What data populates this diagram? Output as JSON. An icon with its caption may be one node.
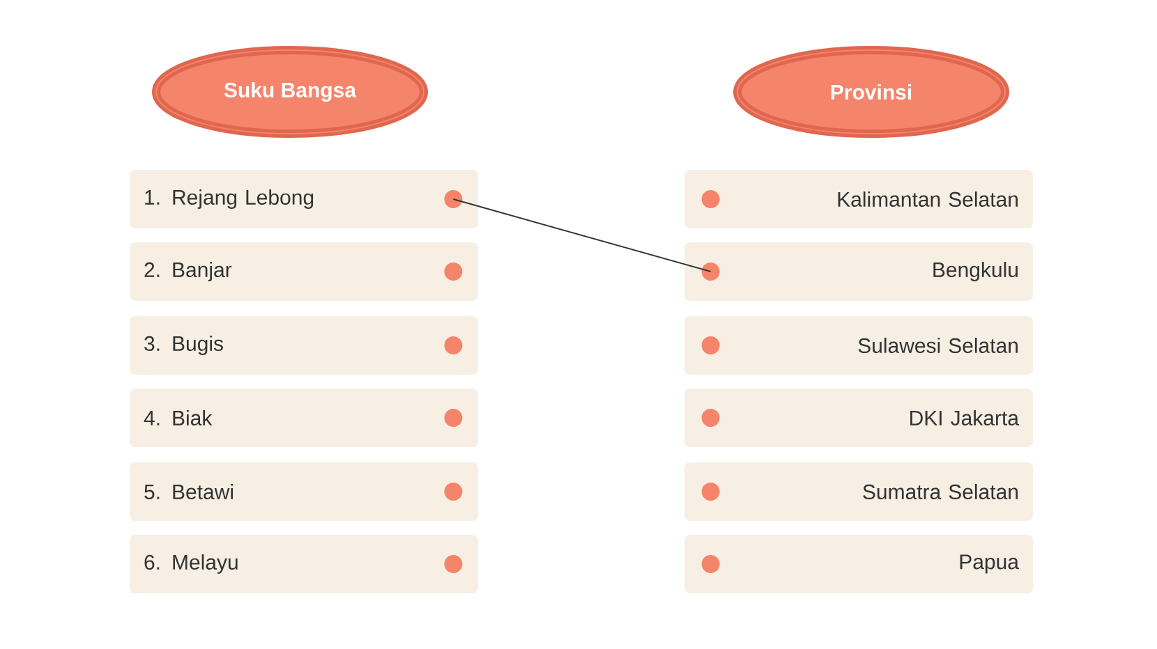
{
  "diagram": {
    "nodes": [
      {
        "text": [
          "Suku Bangsa"
        ]
      },
      {
        "text": [
          "Provinsi"
        ]
      },
      {
        "text": [
          "1. Rejang Lebong"
        ]
      },
      {
        "text": [],
        "shape": "circle",
        "in": 2
      },
      {
        "text": [
          "2. Banjar"
        ]
      },
      {
        "text": [],
        "shape": "circle",
        "in": 4
      },
      {
        "text": [
          "3. Bugis"
        ]
      },
      {
        "text": [],
        "shape": "circle",
        "in": 6
      },
      {
        "text": [
          "4. Biak"
        ]
      },
      {
        "text": [],
        "shape": "circle",
        "in": 8
      },
      {
        "text": [
          "5. Betawi"
        ]
      },
      {
        "text": [],
        "shape": "circle",
        "in": 10
      },
      {
        "text": [
          "6. Melayu"
        ]
      },
      {
        "text": [],
        "shape": "circle",
        "in": 12
      },
      {
        "text": [
          "Kalimantan Selatan"
        ]
      },
      {
        "text": [],
        "shape": "circle",
        "in": 14
      },
      {
        "text": [
          "Bengkulu"
        ]
      },
      {
        "text": [],
        "shape": "circle",
        "in": 16
      },
      {
        "text": [
          "Sulawesi Selatan"
        ]
      },
      {
        "text": [],
        "shape": "circle",
        "in": 18
      },
      {
        "text": [
          "DKI Jakarta"
        ]
      },
      {
        "text": [],
        "shape": "circle",
        "in": 20
      },
      {
        "text": [
          "Sumatra Selatan"
        ]
      },
      {
        "text": [],
        "shape": "circle",
        "in": 22
      },
      {
        "text": [
          "Papua"
        ]
      },
      {
        "text": [],
        "shape": "circle",
        "in": 24
      }
    ],
    "edges": [
      {
        "from": 3,
        "to": 17,
        "arrow": "none"
      }
    ]
  }
}
